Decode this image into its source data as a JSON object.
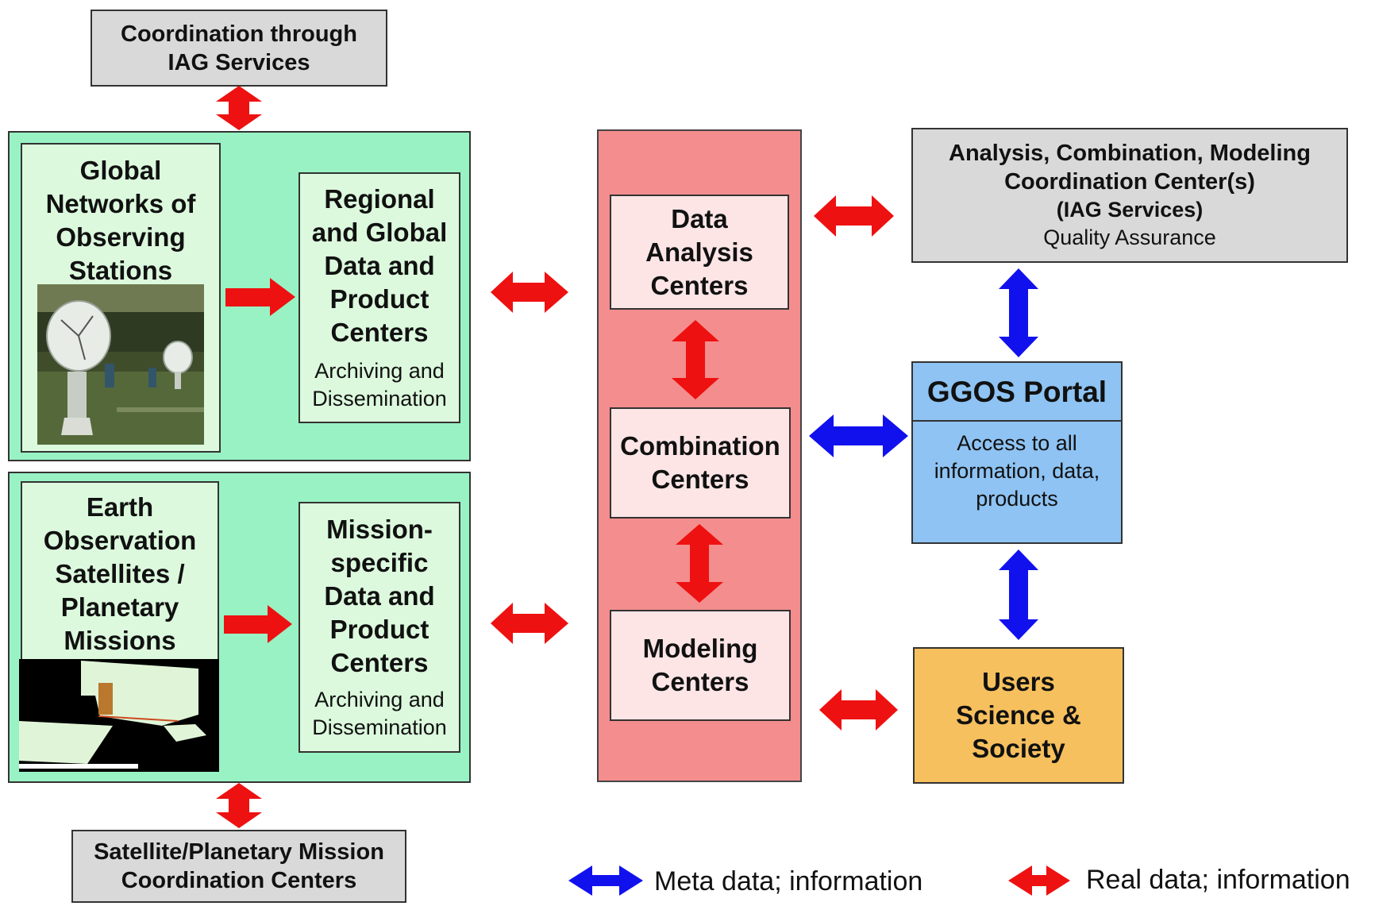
{
  "top_service": {
    "line1": "Coordination through",
    "line2": "IAG Services"
  },
  "bottom_service": {
    "line1": "Satellite/Planetary Mission",
    "line2": "Coordination Centers"
  },
  "networks": {
    "line1": "Global",
    "line2": "Networks of",
    "line3": "Observing",
    "line4": "Stations",
    "photo": "radio-telescope-photo"
  },
  "regional": {
    "line1": "Regional",
    "line2": "and Global",
    "line3": "Data and",
    "line4": "Product",
    "line5": "Centers",
    "sub1": "Archiving and",
    "sub2": "Dissemination"
  },
  "satellites": {
    "line1": "Earth",
    "line2": "Observation",
    "line3": "Satellites /",
    "line4": "Planetary",
    "line5": "Missions",
    "photo": "satellite-illustration"
  },
  "mission": {
    "line1": "Mission-",
    "line2": "specific",
    "line3": "Data and",
    "line4": "Product",
    "line5": "Centers",
    "sub1": "Archiving and",
    "sub2": "Dissemination"
  },
  "data_analysis": {
    "line1": "Data",
    "line2": "Analysis",
    "line3": "Centers"
  },
  "combination": {
    "line1": "Combination",
    "line2": "Centers"
  },
  "modeling": {
    "line1": "Modeling",
    "line2": "Centers"
  },
  "acm": {
    "line1": "Analysis, Combination, Modeling",
    "line2": "Coordination Center(s)",
    "line3": "(IAG Services)",
    "line4": "Quality Assurance"
  },
  "portal": {
    "title": "GGOS Portal",
    "line1": "Access to all",
    "line2": "information, data,",
    "line3": "products"
  },
  "users": {
    "line1": "Users",
    "line2": "Science &",
    "line3": "Society"
  },
  "legend": {
    "meta": "Meta data; information",
    "real": "Real data; information"
  },
  "colors": {
    "red_arrow": "#ee1111",
    "blue_arrow": "#1111ee",
    "green_panel": "#99f2c4",
    "red_panel": "#f48d8d",
    "portal": "#8ec3f3",
    "users": "#f7c05e",
    "gray": "#d9d9d9"
  }
}
